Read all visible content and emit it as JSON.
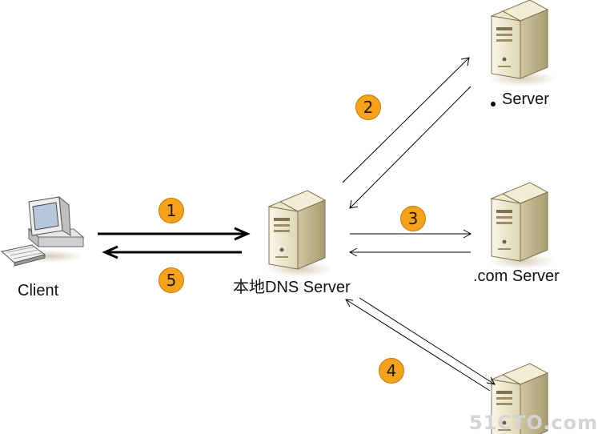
{
  "nodes": {
    "client": "Client",
    "local_dns": "本地DNS Server",
    "root": "Server",
    "com": ".com Server"
  },
  "steps": [
    "1",
    "2",
    "3",
    "4",
    "5"
  ],
  "watermark": "51CTO.com",
  "colors": {
    "step_fill": "#f7a21b",
    "arrow": "#000000",
    "server_body": "#e9e2c6",
    "monitor_screen": "#b6c8da"
  }
}
